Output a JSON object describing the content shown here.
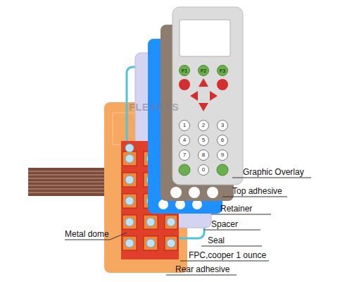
{
  "diagram": {
    "nodes": [
      {
        "text": [
          "F1"
        ]
      },
      {
        "text": [
          "F2"
        ]
      },
      {
        "text": [
          "F3"
        ]
      },
      {
        "text": [
          "1"
        ]
      },
      {
        "text": [
          "2"
        ]
      },
      {
        "text": [
          "3"
        ]
      },
      {
        "text": [
          "4"
        ]
      },
      {
        "text": [
          "5"
        ]
      },
      {
        "text": [
          "6"
        ]
      },
      {
        "text": [
          "7"
        ]
      },
      {
        "text": [
          "8"
        ]
      },
      {
        "text": [
          "9"
        ]
      },
      {
        "text": [
          "0"
        ]
      }
    ],
    "labels": [
      "FLEXKYS",
      "Graphic Overlay",
      "Top adhesive",
      "Retainer",
      "Spacer",
      "Seal",
      "Metal dome",
      "FPC,cooper 1 ounce",
      "Rear adhesive"
    ]
  }
}
